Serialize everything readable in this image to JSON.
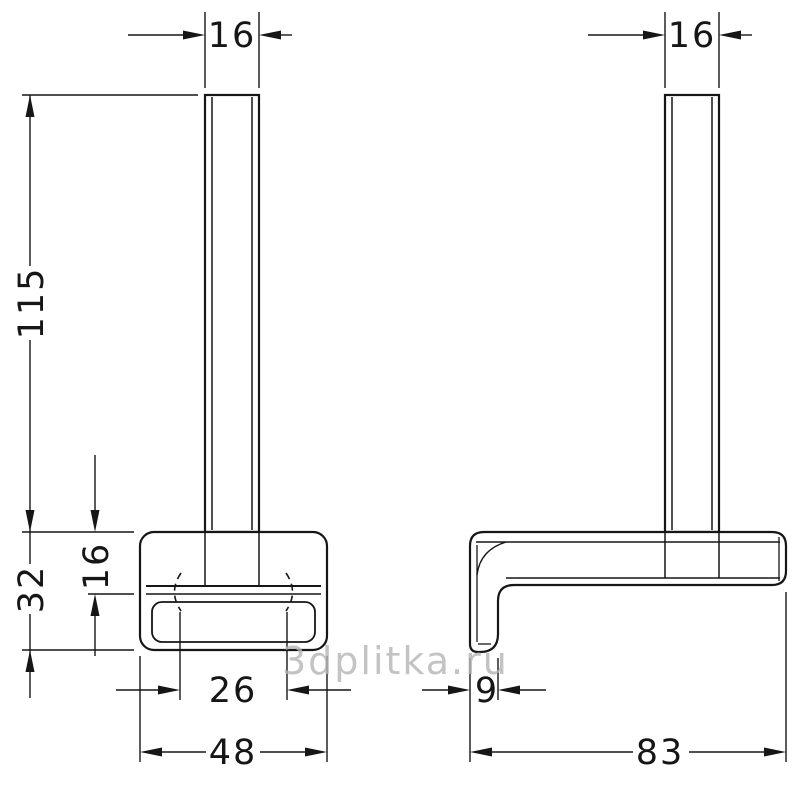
{
  "watermark": {
    "text": "3dplitka.ru"
  },
  "drawing": {
    "front": {
      "bar_width": "16",
      "height": "115",
      "base_height": "32",
      "base_inner_height": "16",
      "roll_width": "26",
      "base_width": "48"
    },
    "side": {
      "bar_depth": "16",
      "hook_thickness": "9",
      "depth": "83"
    }
  }
}
